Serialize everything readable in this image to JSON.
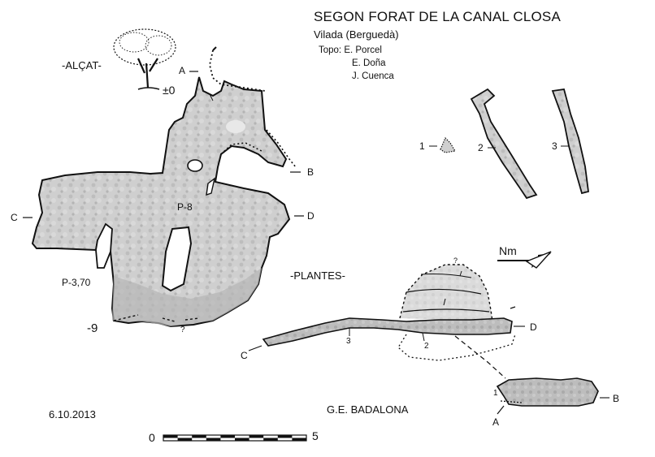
{
  "header": {
    "title": "SEGON FORAT DE LA CANAL CLOSA",
    "location": "Vilada (Berguedà)",
    "topo_label": "Topo: E. Porcel",
    "topo_names": [
      "E. Doña",
      "J. Cuenca"
    ]
  },
  "sections": {
    "elevation": "-ALÇAT-",
    "plans": "-PLANTES-"
  },
  "elevation": {
    "entrance_mark": "A",
    "datum": "±0",
    "pitch_main": "P-8",
    "pitch_side": "P-3,70",
    "depth_bottom": "-9",
    "unknown": "?",
    "point_b": "B",
    "point_c": "C",
    "point_d": "D"
  },
  "sections_cross": {
    "s1": "1",
    "s2": "2",
    "s3": "3"
  },
  "plan": {
    "point_a": "A",
    "point_b": "B",
    "point_c": "C",
    "point_d": "D",
    "sec1": "1",
    "sec2": "2",
    "sec3": "3",
    "unknown": "?"
  },
  "north_label": "Nm",
  "date": "6.10.2013",
  "club": "G.E. BADALONA",
  "scale": {
    "min": "0",
    "max": "5"
  },
  "colors": {
    "fill": "#c9c9c9",
    "fill_dark": "#a8a8a8",
    "ink": "#111111"
  }
}
